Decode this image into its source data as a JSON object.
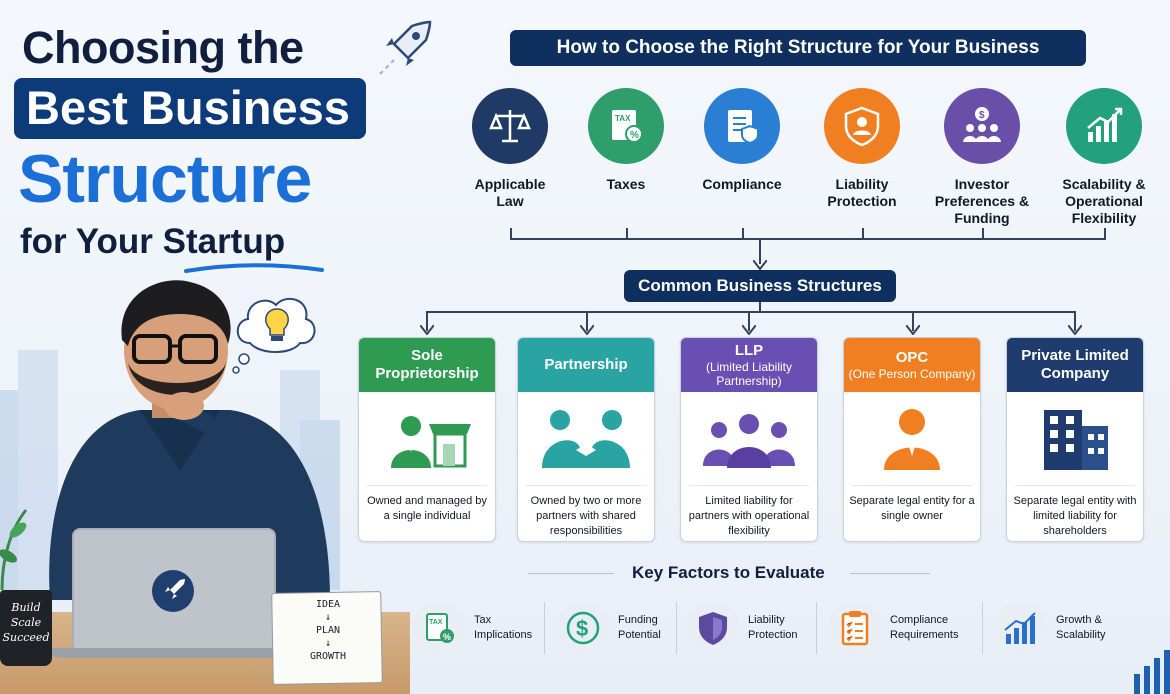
{
  "title": {
    "line1": "Choosing the",
    "line2": "Best Business",
    "line3": "Structure",
    "line4": "for Your Startup"
  },
  "illustration": {
    "mug_text": [
      "Build",
      "Scale",
      "Succeed"
    ],
    "notepad_text": [
      "IDEA",
      "↓",
      "PLAN",
      "↓",
      "GROWTH"
    ]
  },
  "how_banner": "How to Choose the Right Structure for Your Business",
  "factors": [
    {
      "label": "Applicable Law",
      "icon": "scales-icon",
      "color": "#1f3a66"
    },
    {
      "label": "Taxes",
      "icon": "tax-icon",
      "color": "#2e9e6a"
    },
    {
      "label": "Compliance",
      "icon": "compliance-icon",
      "color": "#2a7fd4"
    },
    {
      "label": "Liability Protection",
      "icon": "shield-person-icon",
      "color": "#f07f22"
    },
    {
      "label": "Investor Preferences & Funding",
      "icon": "investors-icon",
      "color": "#6a4fa8"
    },
    {
      "label": "Scalability & Operational Flexibility",
      "icon": "growth-chart-icon",
      "color": "#23a07c"
    }
  ],
  "common_banner": "Common Business Structures",
  "structures": [
    {
      "title": "Sole Proprietorship",
      "subtitle": "",
      "color": "#2f9a52",
      "icon": "shop-owner-icon",
      "desc": "Owned and managed by a single individual"
    },
    {
      "title": "Partnership",
      "subtitle": "",
      "color": "#2aa3a3",
      "icon": "handshake-icon",
      "desc": "Owned by two or more partners with shared responsibilities"
    },
    {
      "title": "LLP",
      "subtitle": "(Limited Liability Partnership)",
      "color": "#6a4fb2",
      "icon": "group-icon",
      "desc": "Limited liability for partners with operational flexibility"
    },
    {
      "title": "OPC",
      "subtitle": "(One Person Company)",
      "color": "#f07f22",
      "icon": "person-icon",
      "desc": "Separate legal entity for a single owner"
    },
    {
      "title": "Private Limited Company",
      "subtitle": "",
      "color": "#1f3c6e",
      "icon": "building-icon",
      "desc": "Separate legal entity with limited liability for shareholders"
    }
  ],
  "key_factors_title": "Key Factors to Evaluate",
  "key_factors": [
    {
      "label": "Tax Implications",
      "icon": "tax-icon",
      "color": "#2e9e6a"
    },
    {
      "label": "Funding Potential",
      "icon": "dollar-icon",
      "color": "#23a07c"
    },
    {
      "label": "Liability Protection",
      "icon": "shield-icon",
      "color": "#5b4aa0"
    },
    {
      "label": "Compliance Requirements",
      "icon": "checklist-icon",
      "color": "#f07f22"
    },
    {
      "label": "Growth & Scalability",
      "icon": "growth-chart-icon",
      "color": "#2a6fd0"
    }
  ]
}
